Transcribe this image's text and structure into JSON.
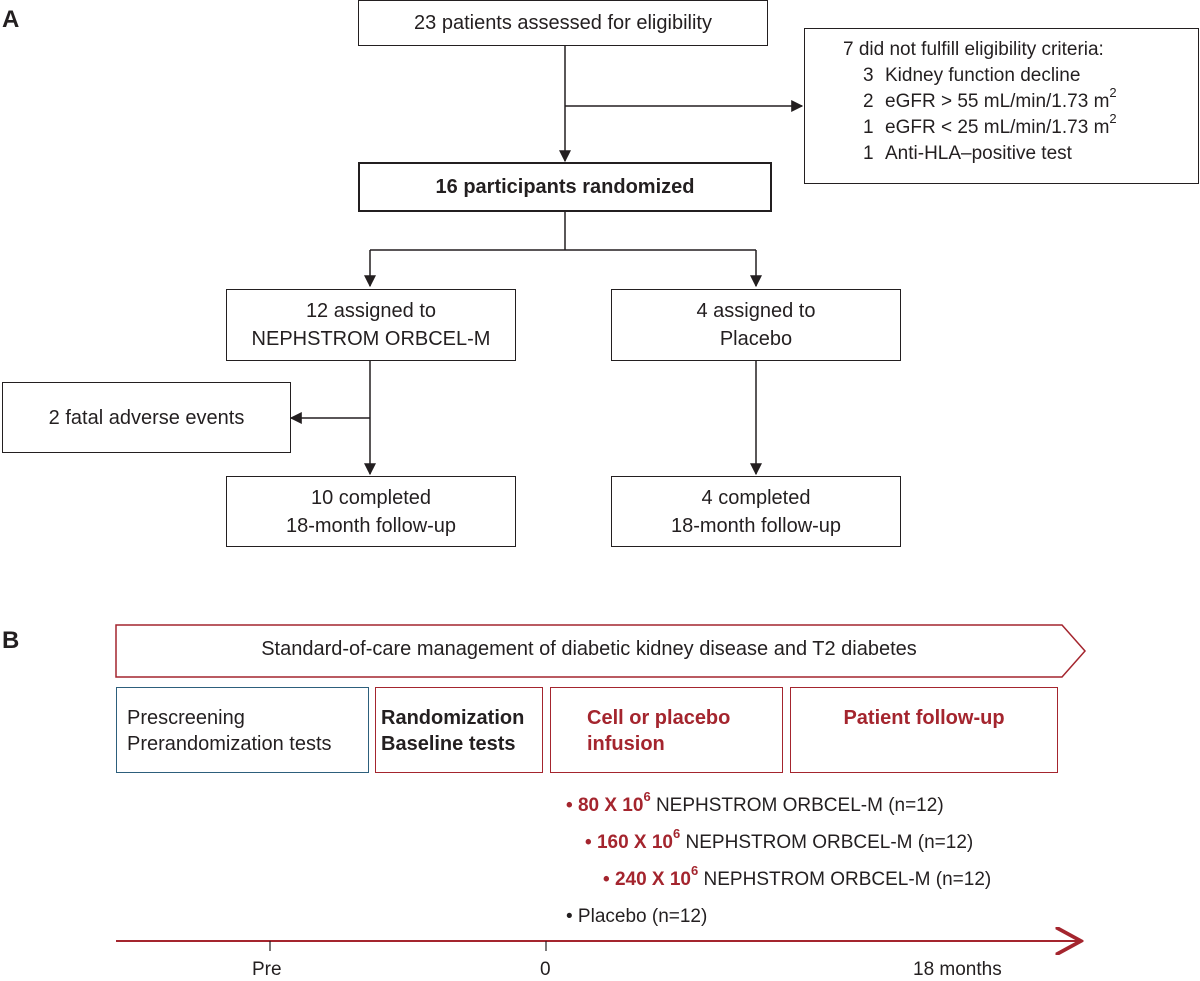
{
  "panelA": {
    "label": "A",
    "assessed": "23 patients assessed for eligibility",
    "exclusion": {
      "title": "7 did not fulfill eligibility criteria:",
      "items": [
        {
          "n": "3",
          "text": "Kidney function decline",
          "sup": ""
        },
        {
          "n": "2",
          "text": "eGFR > 55 mL/min/1.73 m",
          "sup": "2"
        },
        {
          "n": "1",
          "text": "eGFR < 25 mL/min/1.73 m",
          "sup": "2"
        },
        {
          "n": "1",
          "text": "Anti-HLA–positive test",
          "sup": ""
        }
      ]
    },
    "randomized": "16 participants randomized",
    "arm_cells": {
      "line1": "12 assigned to",
      "line2": "NEPHSTROM ORBCEL-M"
    },
    "arm_placebo": {
      "line1": "4 assigned to",
      "line2": "Placebo"
    },
    "adverse": "2 fatal adverse events",
    "completed_cells": {
      "line1": "10 completed",
      "line2": "18-month follow-up"
    },
    "completed_placebo": {
      "line1": "4 completed",
      "line2": "18-month follow-up"
    }
  },
  "panelB": {
    "label": "B",
    "standard_of_care": "Standard-of-care management of diabetic kidney disease and T2 diabetes",
    "phases": {
      "prescreen": {
        "line1": "Prescreening",
        "line2": "Prerandomization tests"
      },
      "randomization": {
        "line1": "Randomization",
        "line2": "Baseline tests"
      },
      "infusion": {
        "line1": "Cell or placebo",
        "line2": "infusion"
      },
      "followup": {
        "line1": "Patient follow-up"
      }
    },
    "doses": [
      {
        "bullet": "•",
        "dose": "80 X 10",
        "exp": "6",
        "rest": " NEPHSTROM ORBCEL-M (n=12)"
      },
      {
        "bullet": "•",
        "dose": "160 X 10",
        "exp": "6",
        "rest": " NEPHSTROM ORBCEL-M (n=12)"
      },
      {
        "bullet": "•",
        "dose": "240 X 10",
        "exp": "6",
        "rest": " NEPHSTROM ORBCEL-M (n=12)"
      }
    ],
    "placebo": "• Placebo (n=12)",
    "timeline": {
      "pre": "Pre",
      "zero": "0",
      "end": "18 months"
    },
    "colors": {
      "accent": "#a4252e",
      "blue_box": "#2d5f7c",
      "line": "#231f20"
    }
  }
}
